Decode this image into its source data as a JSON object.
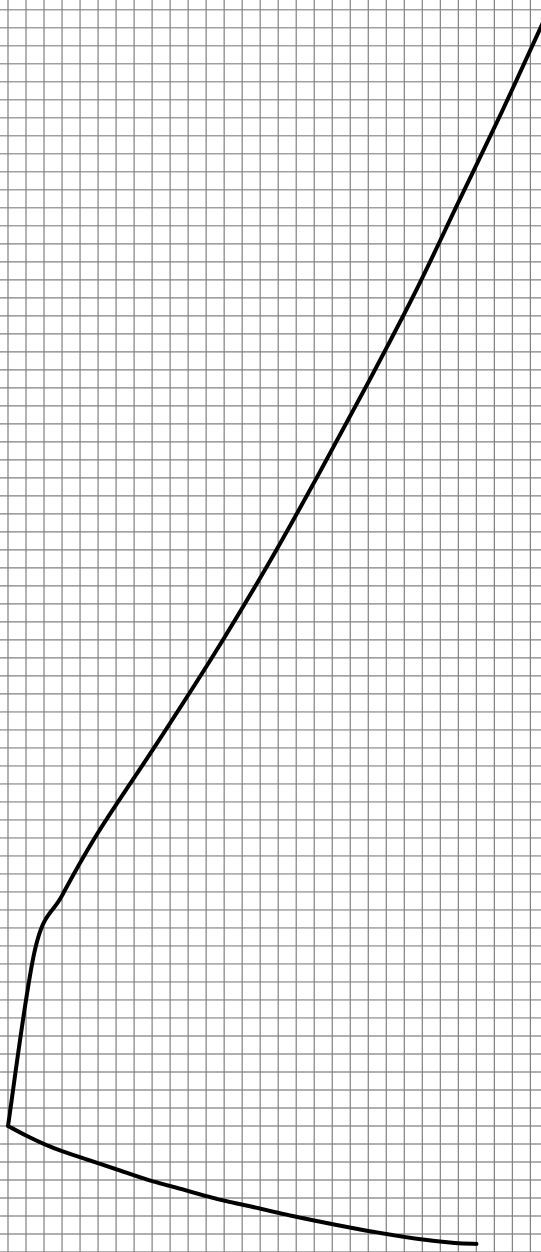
{
  "chart_data": {
    "type": "line",
    "title": "",
    "xlabel": "",
    "ylabel": "",
    "grid": true,
    "legend": "none",
    "xlim": [
      0,
      29.7
    ],
    "ylim": [
      0,
      69.1
    ],
    "grid_step": 1,
    "series": [
      {
        "color": "#000000",
        "x": [
          29.7,
          27.4,
          25.0,
          22.6,
          20.0,
          17.3,
          14.5,
          11.5,
          8.3,
          5.0,
          3.0,
          1.5,
          0.0,
          1.0,
          2.0,
          3.0,
          4.5,
          6.0,
          7.8,
          9.6,
          11.6,
          13.6,
          15.8,
          18.0,
          20.4,
          22.8,
          24.8,
          26.0
        ],
        "y": [
          68.3,
          63.3,
          58.3,
          53.3,
          48.3,
          43.3,
          38.3,
          33.3,
          28.3,
          23.3,
          19.8,
          16.8,
          7.0,
          6.47,
          6.0,
          5.6,
          5.1,
          4.6,
          4.0,
          3.5,
          2.95,
          2.5,
          2.0,
          1.55,
          1.1,
          0.72,
          0.5,
          0.45
        ]
      }
    ]
  }
}
